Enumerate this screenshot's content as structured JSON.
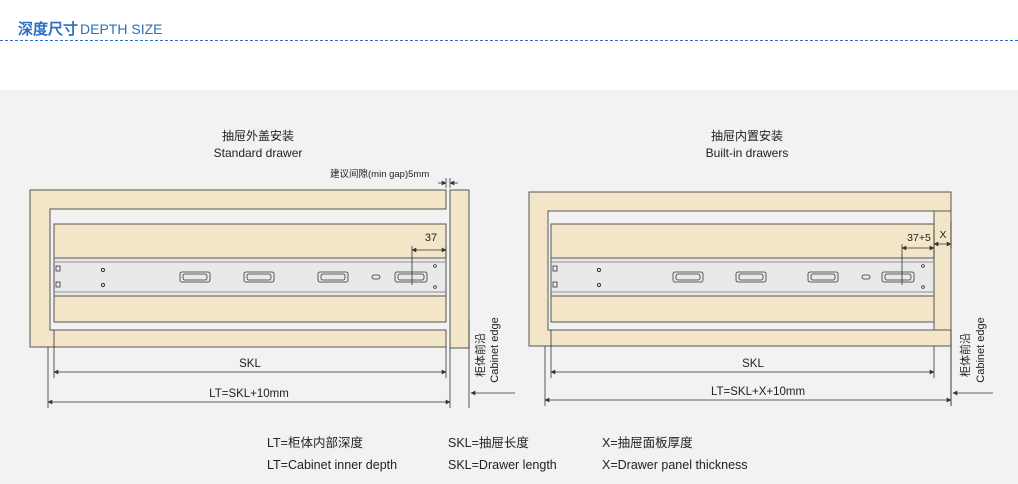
{
  "header": {
    "title_cn": "深度尺寸",
    "title_en": "DEPTH SIZE"
  },
  "left_diagram": {
    "title_cn": "抽屉外盖安装",
    "title_en": "Standard drawer",
    "gap_note": "建议间隙(min gap)5mm",
    "dim_rail": "37",
    "dim_skl": "SKL",
    "dim_lt": "LT=SKL+10mm",
    "edge_cn": "柜体前沿",
    "edge_en": "Cabinet edge"
  },
  "right_diagram": {
    "title_cn": "抽屉内置安装",
    "title_en": "Built-in drawers",
    "dim_rail": "37+5",
    "dim_x": "X",
    "dim_skl": "SKL",
    "dim_lt": "LT=SKL+X+10mm",
    "edge_cn": "柜体前沿",
    "edge_en": "Cabinet edge"
  },
  "legend": {
    "lt_cn": "LT=柜体内部深度",
    "lt_en": "LT=Cabinet inner depth",
    "skl_cn": "SKL=抽屉长度",
    "skl_en": "SKL=Drawer length",
    "x_cn": "X=抽屉面板厚度",
    "x_en": "X=Drawer panel thickness"
  },
  "colors": {
    "accent": "#2a6fc1",
    "wood": "#f3e6c8",
    "panel_bg": "#f2f2f2",
    "rail": "#e9e9e9"
  }
}
